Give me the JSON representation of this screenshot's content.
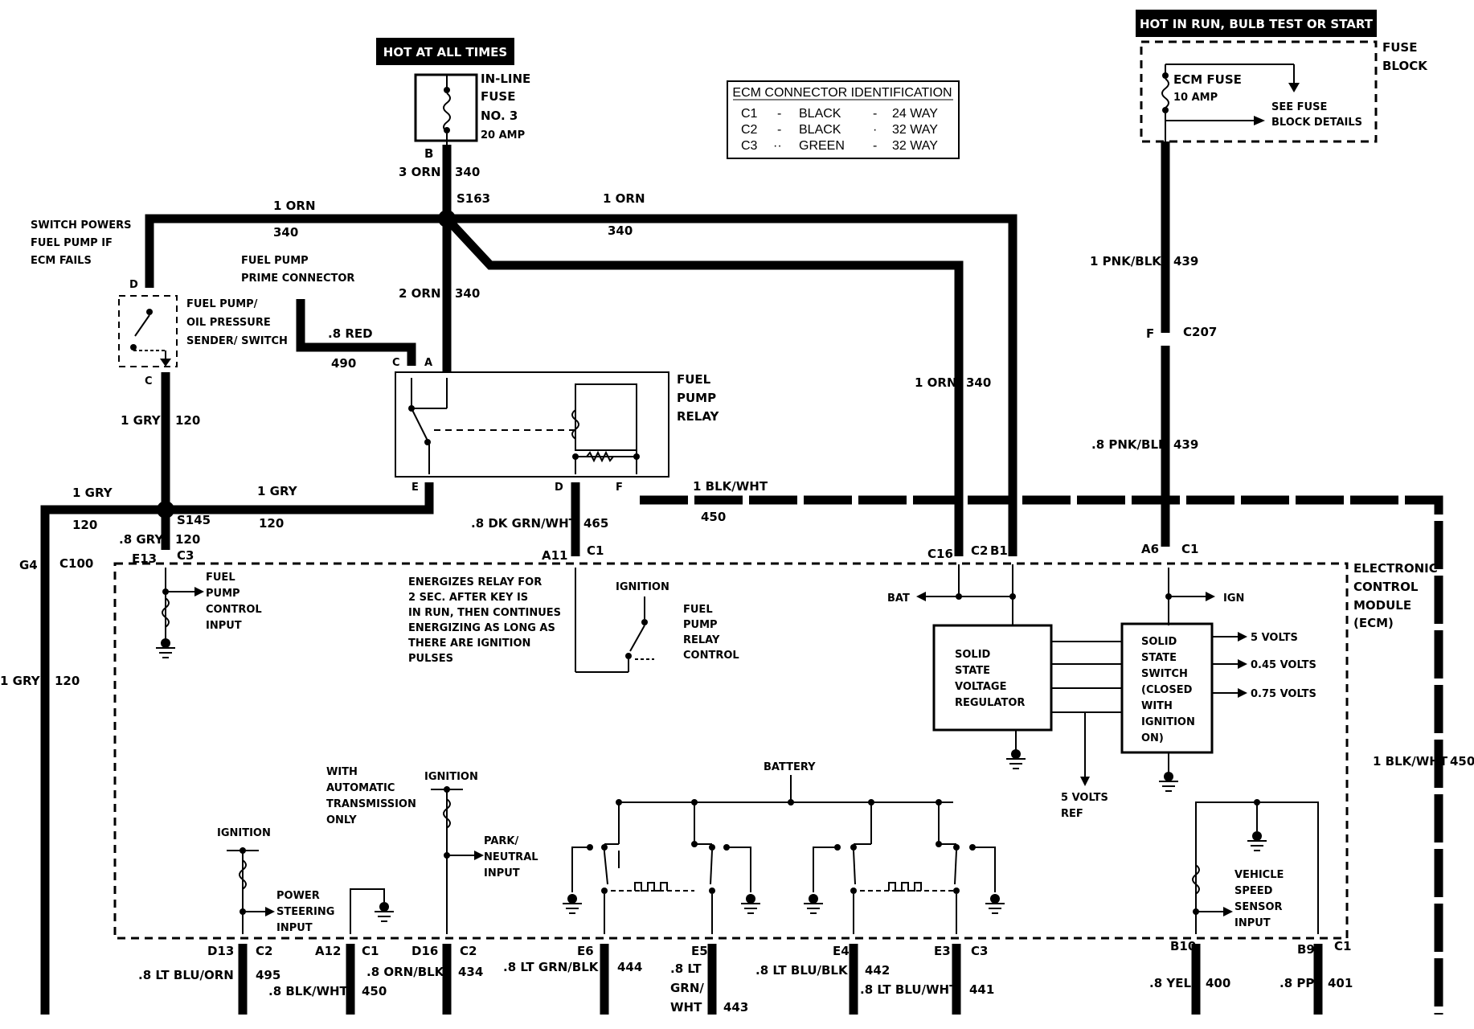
{
  "banners": {
    "hot_all_times": "HOT AT ALL TIMES",
    "hot_run": "HOT IN RUN, BULB TEST OR START"
  },
  "inline_fuse": {
    "line1": "IN-LINE",
    "line2": "FUSE",
    "line3": "NO. 3",
    "rating": "20 AMP",
    "pin": "B"
  },
  "fuse_block": {
    "title1": "FUSE",
    "title2": "BLOCK",
    "fuse_name": "ECM FUSE",
    "fuse_rating": "10 AMP",
    "see1": "SEE FUSE",
    "see2": "BLOCK DETAILS"
  },
  "ecm_id": {
    "title": "ECM CONNECTOR IDENTIFICATION",
    "rows": [
      {
        "conn": "C1",
        "sep1": "-",
        "color": "BLACK",
        "sep2": "-",
        "ways": "24 WAY"
      },
      {
        "conn": "C2",
        "sep1": "-",
        "color": "BLACK",
        "sep2": "·",
        "ways": "32 WAY"
      },
      {
        "conn": "C3",
        "sep1": "··",
        "color": "GREEN",
        "sep2": "-",
        "ways": "32 WAY"
      }
    ]
  },
  "wires": {
    "w3orn": "3 ORN",
    "c340a": "340",
    "s163": "S163",
    "w1orn_l": "1 ORN",
    "c340_l": "340",
    "w1orn_r": "1 ORN",
    "c340_r": "340",
    "w2orn": "2 ORN",
    "c340_m": "340",
    "w8red": ".8 RED",
    "c490": "490",
    "w1orn_c16": "1 ORN",
    "c340_c16": "340",
    "w1pnkblk": "1 PNK/BLK",
    "c439a": "439",
    "c207": "C207",
    "c207_pin": "F",
    "w8pnkblk": ".8 PNK/BLK",
    "c439b": "439",
    "w1gry_v": "1 GRY",
    "c120_v": "120",
    "w1gry_l": "1 GRY",
    "c120_l": "120",
    "w1gry_r": "1 GRY",
    "c120_r": "120",
    "s145": "S145",
    "w8gry": ".8 GRY",
    "c120_s": "120",
    "g4": "G4",
    "c100": "C100",
    "w1gry_down": "1 GRY",
    "c120_down": "120",
    "w8dkgrnwht": ".8 DK GRN/WHT",
    "c465": "465",
    "w1blkwht": "1 BLK/WHT",
    "c450": "450",
    "w1blkwht_r": "1 BLK/WHT",
    "c450_r": "450"
  },
  "components": {
    "switch_note1": "SWITCH POWERS",
    "switch_note2": "FUEL PUMP IF",
    "switch_note3": "ECM FAILS",
    "prime1": "FUEL PUMP",
    "prime2": "PRIME CONNECTOR",
    "sender1": "FUEL PUMP/",
    "sender2": "OIL PRESSURE",
    "sender3": "SENDER/ SWITCH",
    "sender_pin_top": "D",
    "sender_pin_bot": "C",
    "relay1": "FUEL",
    "relay2": "PUMP",
    "relay3": "RELAY",
    "relay_pin_c": "C",
    "relay_pin_a": "A",
    "relay_pin_e": "E",
    "relay_pin_d": "D",
    "relay_pin_f": "F"
  },
  "ecm": {
    "title1": "ELECTRONIC",
    "title2": "CONTROL",
    "title3": "MODULE",
    "title4": "(ECM)",
    "pin_a11": "A11",
    "conn_c1_a": "C1",
    "pin_e13": "E13",
    "conn_c3_a": "C3",
    "pin_c16": "C16",
    "conn_c2_a": "C2",
    "pin_b1": "B1",
    "pin_a6": "A6",
    "conn_c1_b": "C1",
    "fpc1": "FUEL",
    "fpc2": "PUMP",
    "fpc3": "CONTROL",
    "fpc4": "INPUT",
    "energ1": "ENERGIZES RELAY FOR",
    "energ2": "2 SEC. AFTER KEY IS",
    "energ3": "IN RUN, THEN CONTINUES",
    "energ4": "ENERGIZING AS LONG AS",
    "energ5": "THERE ARE IGNITION",
    "energ6": "PULSES",
    "ign_relay": "IGNITION",
    "fprc1": "FUEL",
    "fprc2": "PUMP",
    "fprc3": "RELAY",
    "fprc4": "CONTROL",
    "bat": "BAT",
    "ign": "IGN",
    "reg1": "SOLID",
    "reg2": "STATE",
    "reg3": "VOLTAGE",
    "reg4": "REGULATOR",
    "sw1": "SOLID",
    "sw2": "STATE",
    "sw3": "SWITCH",
    "sw4": "(CLOSED",
    "sw5": "WITH",
    "sw6": "IGNITION",
    "sw7": "ON)",
    "v5": "5 VOLTS",
    "v045": "0.45 VOLTS",
    "v075": "0.75 VOLTS",
    "ref1": "5 VOLTS",
    "ref2": "REF",
    "auto1": "WITH",
    "auto2": "AUTOMATIC",
    "auto3": "TRANSMISSION",
    "auto4": "ONLY",
    "ign_ps": "IGNITION",
    "ps1": "POWER",
    "ps2": "STEERING",
    "ps3": "INPUT",
    "ign_pn": "IGNITION",
    "pn1": "PARK/",
    "pn2": "NEUTRAL",
    "pn3": "INPUT",
    "battery": "BATTERY",
    "vss1": "VEHICLE",
    "vss2": "SPEED",
    "vss3": "SENSOR",
    "vss4": "INPUT"
  },
  "bottom": {
    "d13": "D13",
    "c2_a": "C2",
    "w495": ".8 LT BLU/ORN",
    "c495": "495",
    "a12": "A12",
    "c1_c": "C1",
    "w450b": ".8 BLK/WHT",
    "c450b": "450",
    "d16": "D16",
    "c2_b": "C2",
    "w434": ".8 ORN/BLK",
    "c434": "434",
    "e6": "E6",
    "w444": ".8 LT GRN/BLK",
    "c444": "444",
    "e5": "E5",
    "w443a": ".8 LT",
    "w443b": "GRN/",
    "w443c": "WHT",
    "c443": "443",
    "e4": "E4",
    "w442": ".8 LT BLU/BLK",
    "c442": "442",
    "e3": "E3",
    "c3_b": "C3",
    "w441": ".8 LT BLU/WHT",
    "c441": "441",
    "b10": "B10",
    "w400": ".8 YEL",
    "c400": "400",
    "b9": "B9",
    "c1_d": "C1",
    "w401": ".8 PPL",
    "c401": "401"
  }
}
